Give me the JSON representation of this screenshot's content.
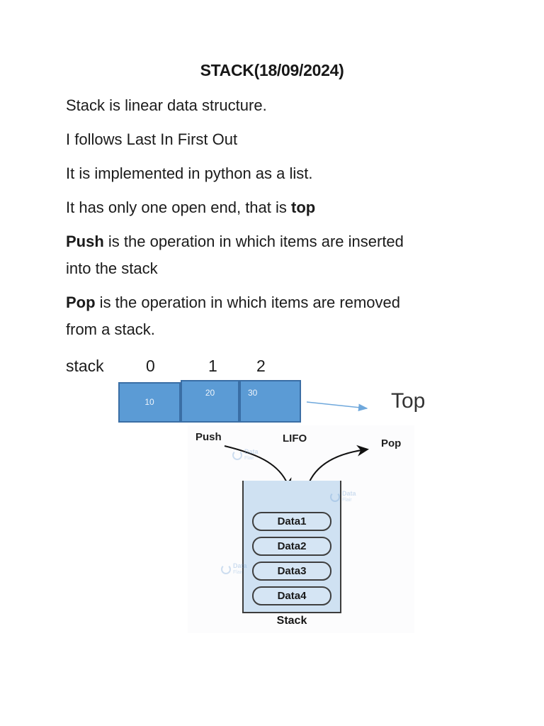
{
  "document": {
    "title": "STACK(18/09/2024)",
    "paragraphs": {
      "p1": "Stack is linear data structure.",
      "p2": "I follows Last In First Out",
      "p3": "It is implemented in python as a list.",
      "p4_pre": "It has only one open end, that is ",
      "p4_bold": "top",
      "p5_bold": "Push",
      "p5_rest": " is the operation in which items are inserted",
      "p5_line2": "into the stack",
      "p6_bold": "Pop",
      "p6_rest": " is the operation in which items are removed",
      "p6_line2": "from a stack."
    }
  },
  "array_diagram": {
    "label": "stack",
    "indices": [
      "0",
      "1",
      "2"
    ],
    "cells": [
      "10",
      "20",
      "30"
    ],
    "pointer_label": "Top",
    "cell_fill": "#5b9bd5",
    "cell_border": "#3a6ea5",
    "arrow_color": "#6fa8dc"
  },
  "lifo_diagram": {
    "push_label": "Push",
    "lifo_label": "LIFO",
    "pop_label": "Pop",
    "items": [
      "Data1",
      "Data2",
      "Data3",
      "Data4"
    ],
    "stack_label": "Stack",
    "container_fill": "#cfe1f2",
    "container_border": "#3c3c3c",
    "arrow_color": "#111111",
    "watermark": {
      "line1": "Data",
      "line2": "Flair"
    }
  }
}
